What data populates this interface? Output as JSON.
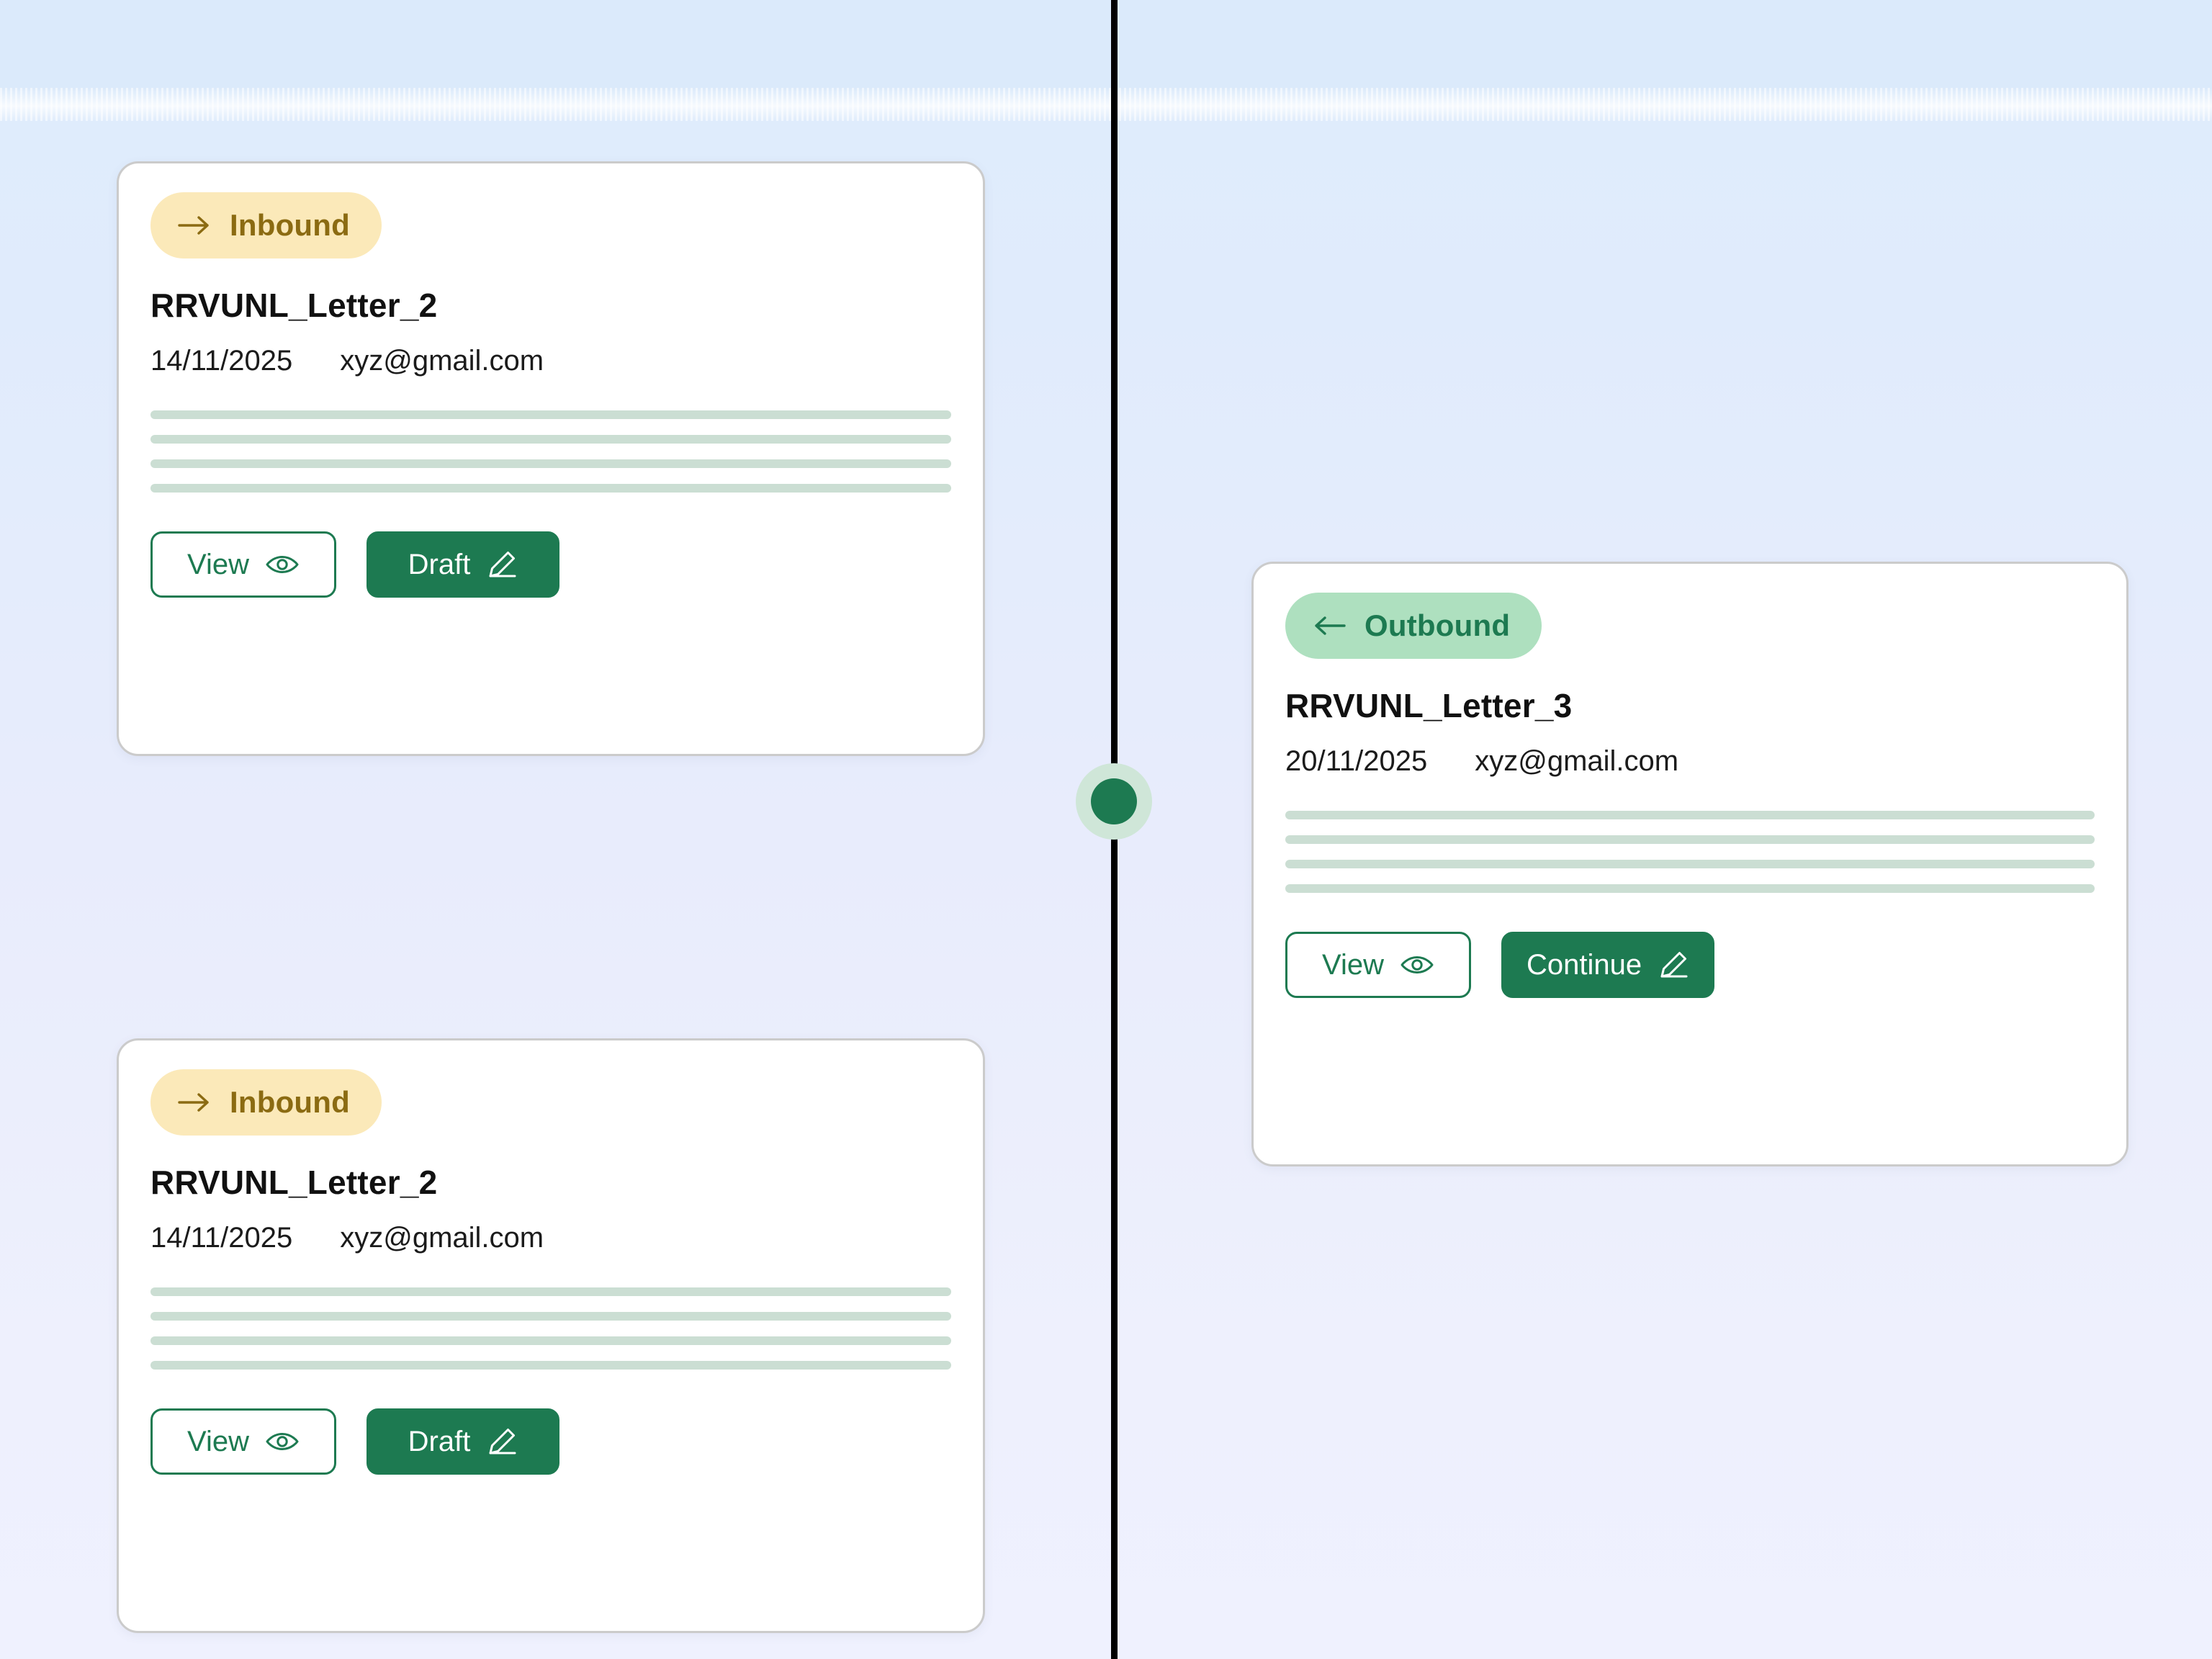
{
  "background": {
    "gradient_top_color": "#dbeafb",
    "gradient_bottom_color": "#eff1fe"
  },
  "timeline": {
    "axis_color": "#000000",
    "node_ring_color": "#cfe6d8",
    "node_core_color": "#1d7a51"
  },
  "theme": {
    "brand_green": "#1d7a51",
    "inbound_badge_bg": "#fbe9b9",
    "inbound_badge_text": "#8b6b12",
    "outbound_badge_bg": "#aee0bf",
    "outbound_badge_text": "#1d7a51",
    "skeleton_line_color": "#cbded3",
    "card_border_color": "#cbcbcb",
    "card_bg": "#ffffff"
  },
  "cards": [
    {
      "direction_label": "Inbound",
      "direction_icon": "arrow-right-icon",
      "title": "RRVUNL_Letter_2",
      "date": "14/11/2025",
      "email": "xyz@gmail.com",
      "skeleton_line_widths": [
        "100%",
        "100%",
        "100%",
        "100%"
      ],
      "primary_action": {
        "label": "Draft",
        "icon": "pencil-icon"
      },
      "secondary_action": {
        "label": "View",
        "icon": "eye-icon"
      }
    },
    {
      "direction_label": "Outbound",
      "direction_icon": "arrow-left-icon",
      "title": "RRVUNL_Letter_3",
      "date": "20/11/2025",
      "email": "xyz@gmail.com",
      "skeleton_line_widths": [
        "100%",
        "100%",
        "100%",
        "100%"
      ],
      "primary_action": {
        "label": "Continue",
        "icon": "pencil-icon"
      },
      "secondary_action": {
        "label": "View",
        "icon": "eye-icon"
      }
    },
    {
      "direction_label": "Inbound",
      "direction_icon": "arrow-right-icon",
      "title": "RRVUNL_Letter_2",
      "date": "14/11/2025",
      "email": "xyz@gmail.com",
      "skeleton_line_widths": [
        "100%",
        "100%",
        "100%",
        "100%"
      ],
      "primary_action": {
        "label": "Draft",
        "icon": "pencil-icon"
      },
      "secondary_action": {
        "label": "View",
        "icon": "eye-icon"
      }
    }
  ]
}
